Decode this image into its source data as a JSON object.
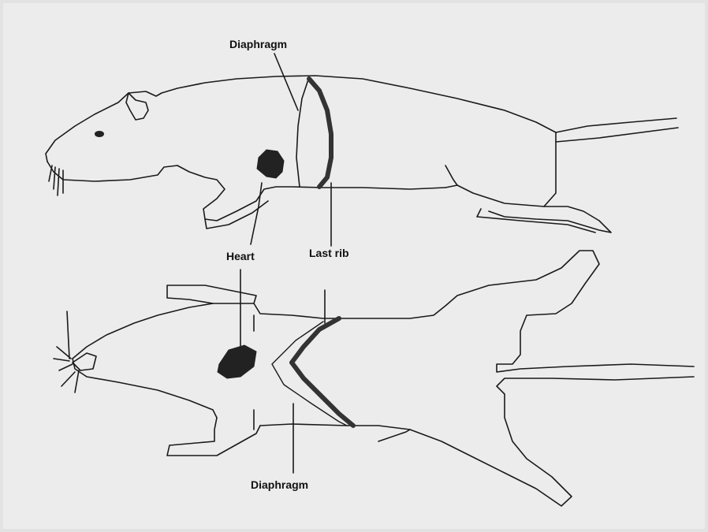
{
  "labels": {
    "diaphragm_top": "Diaphragm",
    "heart": "Heart",
    "last_rib": "Last rib",
    "diaphragm_bottom": "Diaphragm"
  },
  "figures": {
    "side_view": "rat-side-view-outline",
    "ventral_view": "rat-ventral-view-outline"
  },
  "colors": {
    "background": "#ececec",
    "outline": "#1a1a1a",
    "organ": "#222222"
  }
}
